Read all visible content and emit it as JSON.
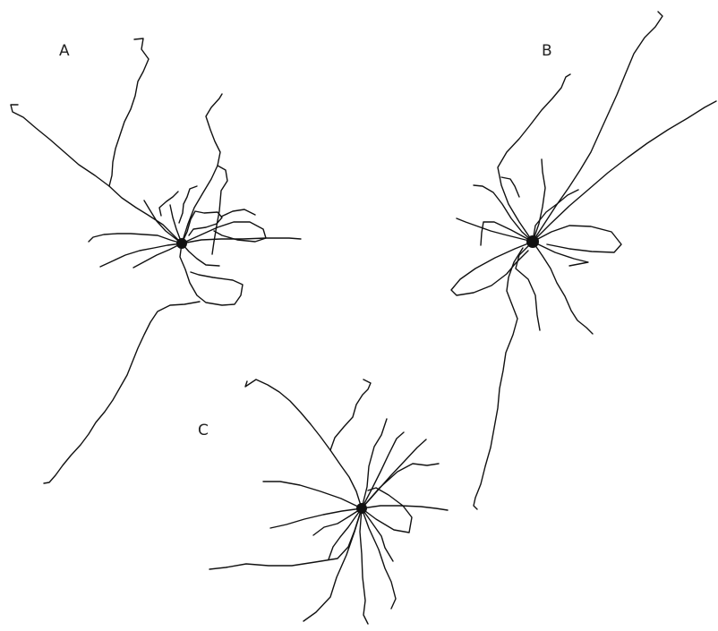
{
  "figure": {
    "panels": [
      {
        "id": "A",
        "label": "A"
      },
      {
        "id": "B",
        "label": "B"
      },
      {
        "id": "C",
        "label": "C"
      }
    ],
    "colors": {
      "stroke": "#111111",
      "background": "#ffffff"
    }
  }
}
